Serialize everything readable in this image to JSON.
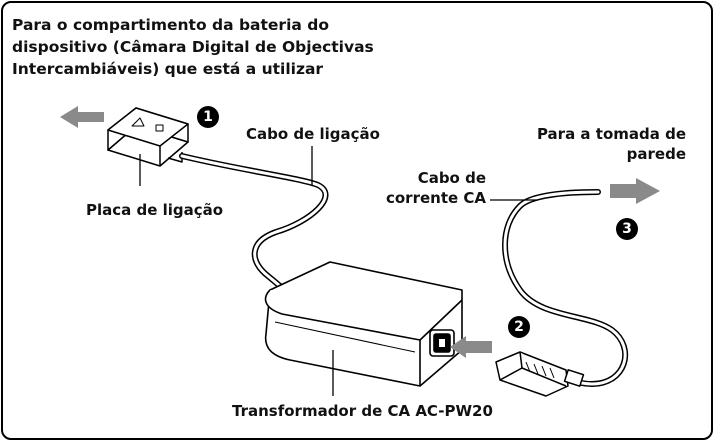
{
  "heading": {
    "line1": "Para o compartimento da bateria do",
    "line2": "dispositivo (Câmara Digital de Objectivas",
    "line3": "Intercambiáveis) que está a utilizar"
  },
  "labels": {
    "connecting_cable": "Cabo de ligação",
    "connecting_plate": "Placa de ligação",
    "to_wall_outlet_line1": "Para a tomada de",
    "to_wall_outlet_line2": "parede",
    "ac_cable_line1": "Cabo de",
    "ac_cable_line2": "corrente CA",
    "adaptor": "Transformador de CA AC-PW20"
  },
  "steps": [
    "1",
    "2",
    "3"
  ],
  "colors": {
    "arrow": "#8a8a8a",
    "line": "#000000",
    "body_fill": "#ffffff"
  }
}
